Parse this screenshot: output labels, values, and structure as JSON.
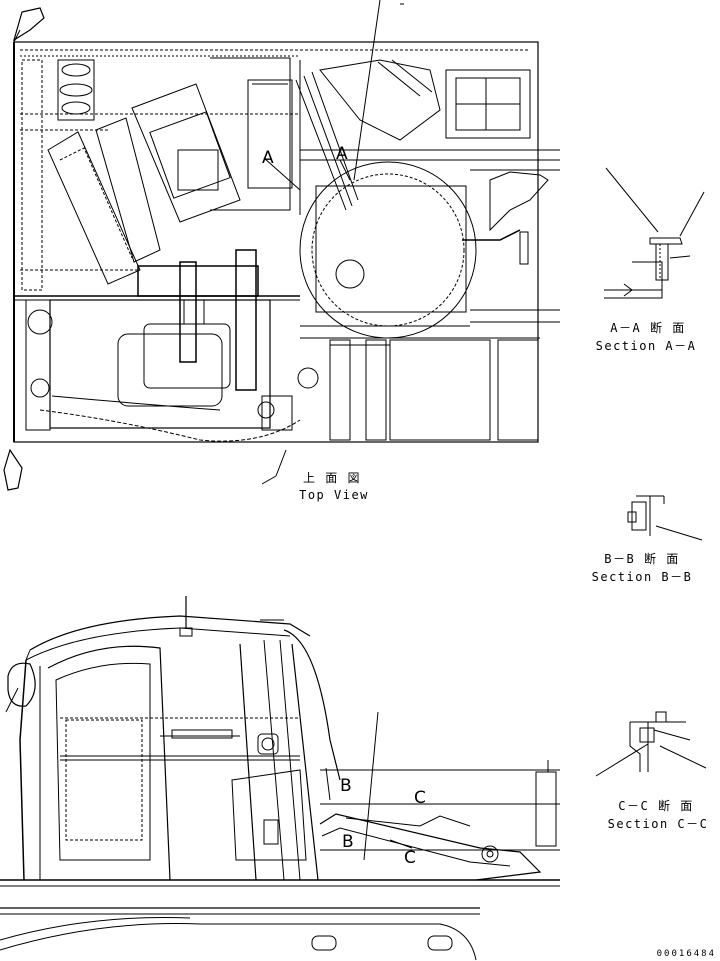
{
  "labels": {
    "top_view_jp": "上 面 図",
    "top_view_en": "Top View",
    "section_aa_jp": "A－A 断 面",
    "section_aa_en": "Section A－A",
    "section_bb_jp": "B－B 断 面",
    "section_bb_en": "Section B－B",
    "section_cc_jp": "C－C 断 面",
    "section_cc_en": "Section C－C"
  },
  "markers": {
    "a_upper": "A",
    "a_lower": "A",
    "b_upper": "B",
    "b_lower": "B",
    "c_upper": "C",
    "c_lower": "C"
  },
  "document_number": "00016484"
}
